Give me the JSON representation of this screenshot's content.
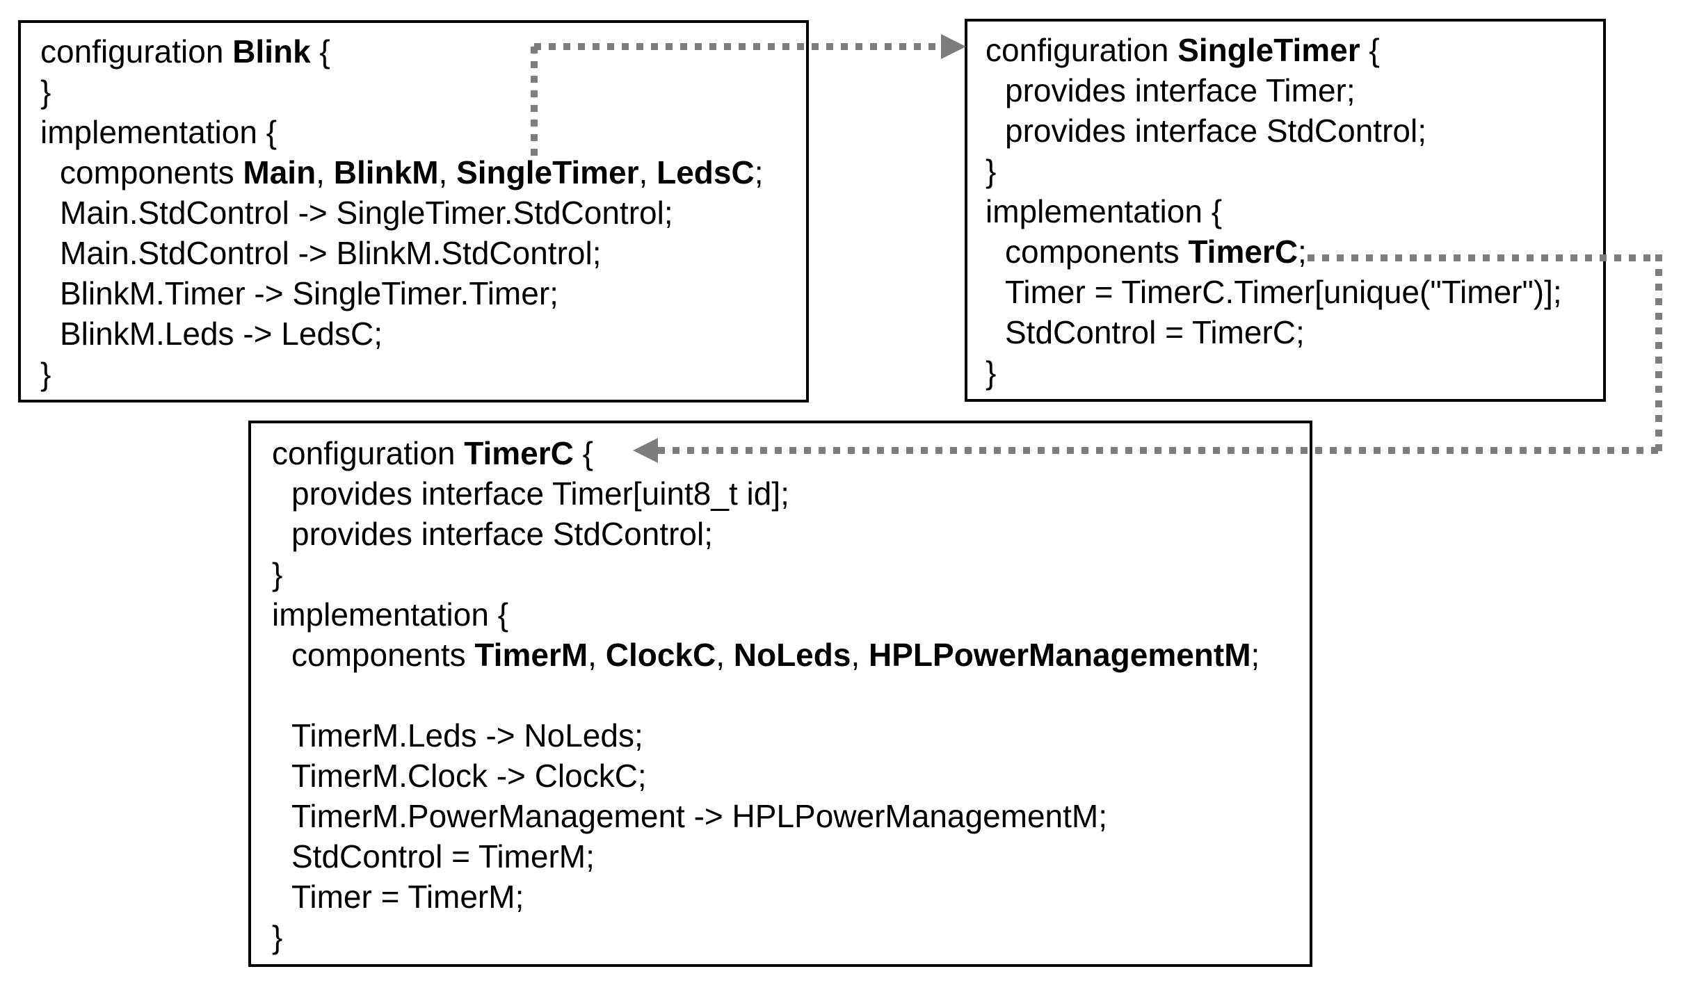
{
  "diagram": {
    "colors": {
      "connector": "#7d7d7d",
      "box_border": "#000000",
      "box_background": "#ffffff",
      "text": "#000000",
      "page_background": "#ffffff"
    },
    "connectors": [
      {
        "name": "blink-to-singletimer",
        "style": "dotted",
        "arrow": "right",
        "points_into": "SingleTimer"
      },
      {
        "name": "singletimer-to-timerc",
        "style": "dotted",
        "arrow": "left",
        "points_into": "TimerC"
      }
    ],
    "boxes": [
      {
        "id": "blink",
        "lines": [
          {
            "indent": false,
            "segments": [
              {
                "text": "configuration ",
                "bold": false
              },
              {
                "text": "Blink",
                "bold": true
              },
              {
                "text": " {",
                "bold": false
              }
            ]
          },
          {
            "indent": false,
            "segments": [
              {
                "text": "}",
                "bold": false
              }
            ]
          },
          {
            "indent": false,
            "segments": [
              {
                "text": "implementation {",
                "bold": false
              }
            ]
          },
          {
            "indent": true,
            "segments": [
              {
                "text": "components ",
                "bold": false
              },
              {
                "text": "Main",
                "bold": true
              },
              {
                "text": ", ",
                "bold": false
              },
              {
                "text": "BlinkM",
                "bold": true
              },
              {
                "text": ", ",
                "bold": false
              },
              {
                "text": "SingleTimer",
                "bold": true
              },
              {
                "text": ", ",
                "bold": false
              },
              {
                "text": "LedsC",
                "bold": true
              },
              {
                "text": ";",
                "bold": false
              }
            ]
          },
          {
            "indent": true,
            "segments": [
              {
                "text": "Main.StdControl -> SingleTimer.StdControl;",
                "bold": false
              }
            ]
          },
          {
            "indent": true,
            "segments": [
              {
                "text": "Main.StdControl -> BlinkM.StdControl;",
                "bold": false
              }
            ]
          },
          {
            "indent": true,
            "segments": [
              {
                "text": "BlinkM.Timer -> SingleTimer.Timer;",
                "bold": false
              }
            ]
          },
          {
            "indent": true,
            "segments": [
              {
                "text": "BlinkM.Leds -> LedsC;",
                "bold": false
              }
            ]
          },
          {
            "indent": false,
            "segments": [
              {
                "text": "}",
                "bold": false
              }
            ]
          }
        ]
      },
      {
        "id": "singletimer",
        "lines": [
          {
            "indent": false,
            "segments": [
              {
                "text": "configuration ",
                "bold": false
              },
              {
                "text": "SingleTimer",
                "bold": true
              },
              {
                "text": " {",
                "bold": false
              }
            ]
          },
          {
            "indent": true,
            "segments": [
              {
                "text": "provides interface Timer;",
                "bold": false
              }
            ]
          },
          {
            "indent": true,
            "segments": [
              {
                "text": "provides interface StdControl;",
                "bold": false
              }
            ]
          },
          {
            "indent": false,
            "segments": [
              {
                "text": "}",
                "bold": false
              }
            ]
          },
          {
            "indent": false,
            "segments": [
              {
                "text": "implementation {",
                "bold": false
              }
            ]
          },
          {
            "indent": true,
            "segments": [
              {
                "text": "components ",
                "bold": false
              },
              {
                "text": "TimerC",
                "bold": true
              },
              {
                "text": ";",
                "bold": false
              }
            ]
          },
          {
            "indent": true,
            "segments": [
              {
                "text": "Timer = TimerC.Timer[unique(\"Timer\")];",
                "bold": false
              }
            ]
          },
          {
            "indent": true,
            "segments": [
              {
                "text": "StdControl = TimerC;",
                "bold": false
              }
            ]
          },
          {
            "indent": false,
            "segments": [
              {
                "text": "}",
                "bold": false
              }
            ]
          }
        ]
      },
      {
        "id": "timerc",
        "lines": [
          {
            "indent": false,
            "segments": [
              {
                "text": "configuration ",
                "bold": false
              },
              {
                "text": "TimerC",
                "bold": true
              },
              {
                "text": " {",
                "bold": false
              }
            ]
          },
          {
            "indent": true,
            "segments": [
              {
                "text": "provides interface Timer[uint8_t id];",
                "bold": false
              }
            ]
          },
          {
            "indent": true,
            "segments": [
              {
                "text": "provides interface StdControl;",
                "bold": false
              }
            ]
          },
          {
            "indent": false,
            "segments": [
              {
                "text": "}",
                "bold": false
              }
            ]
          },
          {
            "indent": false,
            "segments": [
              {
                "text": "implementation {",
                "bold": false
              }
            ]
          },
          {
            "indent": true,
            "segments": [
              {
                "text": "components ",
                "bold": false
              },
              {
                "text": "TimerM",
                "bold": true
              },
              {
                "text": ", ",
                "bold": false
              },
              {
                "text": "ClockC",
                "bold": true
              },
              {
                "text": ", ",
                "bold": false
              },
              {
                "text": "NoLeds",
                "bold": true
              },
              {
                "text": ", ",
                "bold": false
              },
              {
                "text": "HPLPowerManagementM",
                "bold": true
              },
              {
                "text": ";",
                "bold": false
              }
            ]
          },
          {
            "indent": false,
            "segments": []
          },
          {
            "indent": true,
            "segments": [
              {
                "text": "TimerM.Leds -> NoLeds;",
                "bold": false
              }
            ]
          },
          {
            "indent": true,
            "segments": [
              {
                "text": "TimerM.Clock -> ClockC;",
                "bold": false
              }
            ]
          },
          {
            "indent": true,
            "segments": [
              {
                "text": "TimerM.PowerManagement -> HPLPowerManagementM;",
                "bold": false
              }
            ]
          },
          {
            "indent": true,
            "segments": [
              {
                "text": "StdControl = TimerM;",
                "bold": false
              }
            ]
          },
          {
            "indent": true,
            "segments": [
              {
                "text": "Timer = TimerM;",
                "bold": false
              }
            ]
          },
          {
            "indent": false,
            "segments": [
              {
                "text": "}",
                "bold": false
              }
            ]
          }
        ]
      }
    ]
  }
}
